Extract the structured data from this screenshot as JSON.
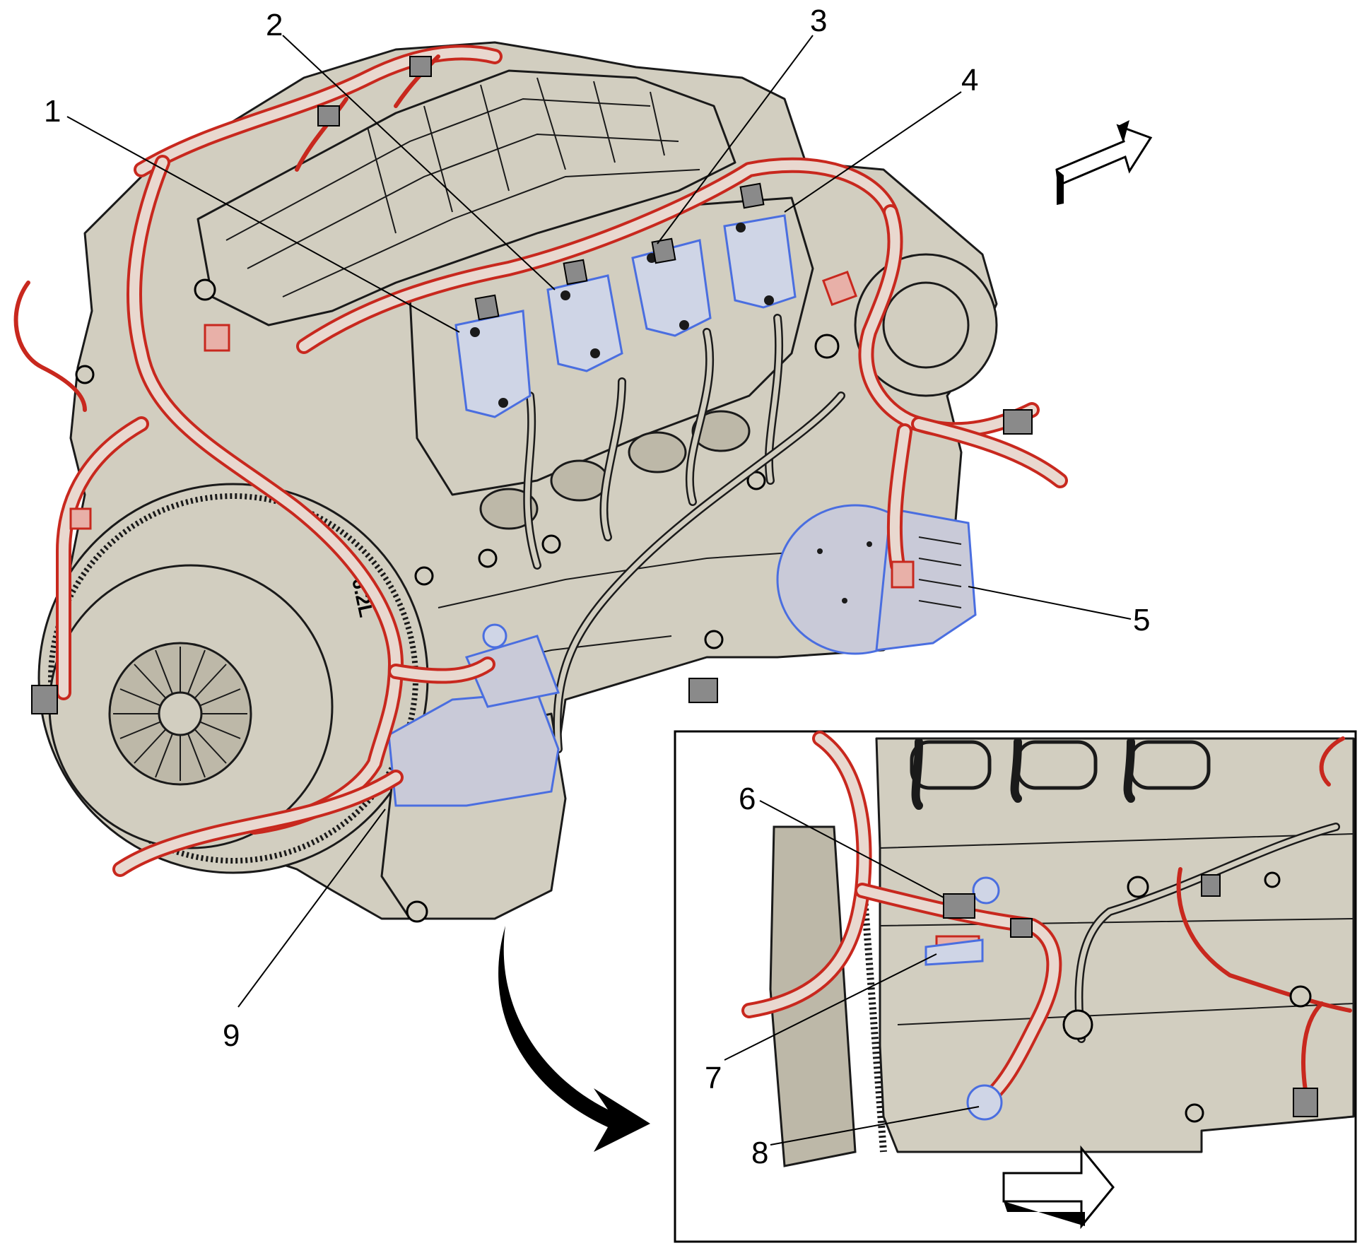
{
  "diagram": {
    "callouts": [
      {
        "id": "1",
        "label": "1"
      },
      {
        "id": "2",
        "label": "2"
      },
      {
        "id": "3",
        "label": "3"
      },
      {
        "id": "4",
        "label": "4"
      },
      {
        "id": "5",
        "label": "5"
      },
      {
        "id": "6",
        "label": "6"
      },
      {
        "id": "7",
        "label": "7"
      },
      {
        "id": "8",
        "label": "8"
      },
      {
        "id": "9",
        "label": "9"
      }
    ],
    "engine_marking": "6.2L",
    "colors": {
      "engine_body": "#d2cec0",
      "harness": "#c8281e",
      "highlighted_component": "#4a6ee0",
      "outline": "#1a1a1a"
    },
    "icons": [
      "front-direction-arrow-icon",
      "inset-direction-arrow-icon",
      "curved-pointer-arrow-icon"
    ]
  }
}
